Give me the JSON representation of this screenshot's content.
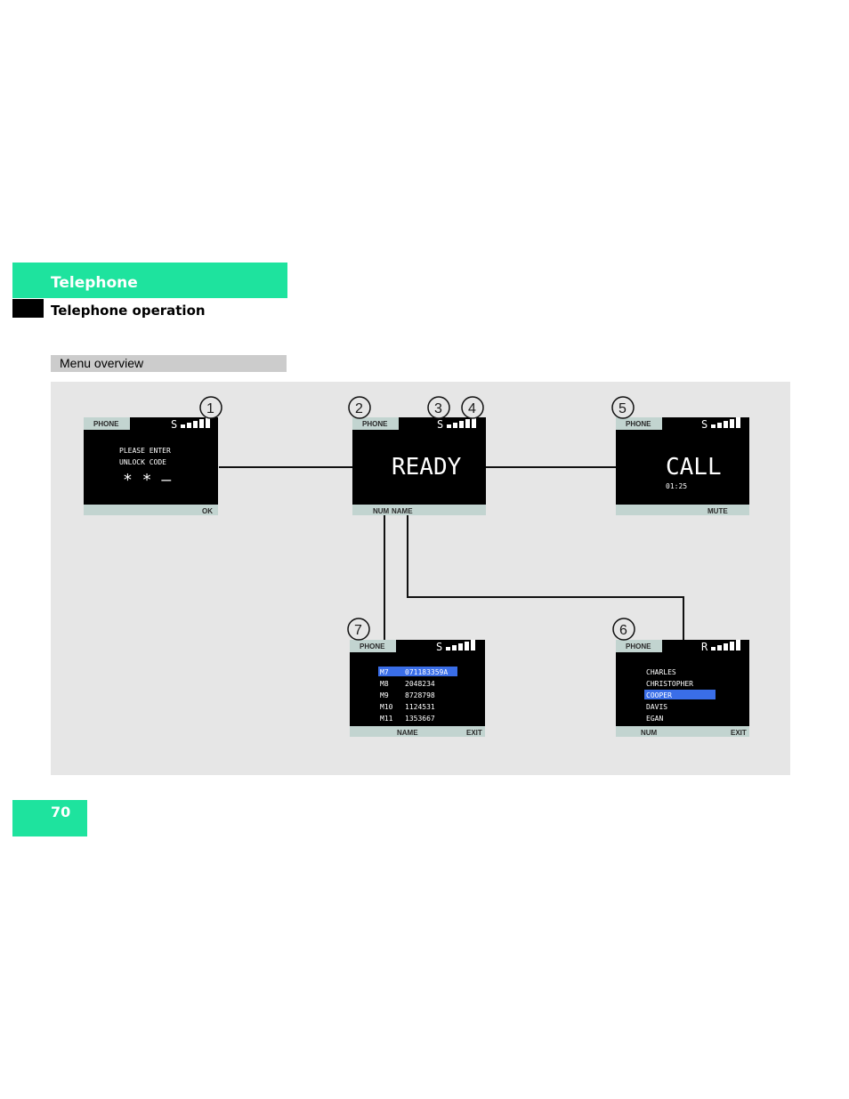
{
  "header": {
    "section": "Telephone",
    "subsection": "Telephone operation"
  },
  "caption": "Menu overview",
  "page_number": "70",
  "colors": {
    "accent": "#1ee39e",
    "caption_bg": "#cccccc",
    "diagram_bg": "#e6e6e6",
    "screen_bg": "#000000",
    "tab_bg": "#c2d4d0",
    "highlight": "#3a6ee8"
  },
  "screens": {
    "unlock": {
      "callout": "1",
      "tab": "PHONE",
      "signal": "S",
      "line1": "PLEASE ENTER",
      "line2": "UNLOCK CODE",
      "code": "* * –",
      "softkey_right": "OK"
    },
    "ready": {
      "callout": "2",
      "callout_b": "3",
      "callout_c": "4",
      "tab": "PHONE",
      "signal": "S",
      "main": "READY",
      "softkey_left": "NUM",
      "softkey_mid": "NAME"
    },
    "call": {
      "callout": "5",
      "tab": "PHONE",
      "signal": "S",
      "main": "CALL",
      "timer": "01:25",
      "softkey_right": "MUTE"
    },
    "num_list": {
      "callout": "7",
      "tab": "PHONE",
      "signal": "S",
      "rows": [
        {
          "key": "M7",
          "value": "071183359A"
        },
        {
          "key": "M8",
          "value": "2048234"
        },
        {
          "key": "M9",
          "value": "8728798"
        },
        {
          "key": "M10",
          "value": "1124531"
        },
        {
          "key": "M11",
          "value": "1353667"
        }
      ],
      "softkey_mid": "NAME",
      "softkey_right": "EXIT"
    },
    "name_list": {
      "callout": "6",
      "tab": "PHONE",
      "signal": "R",
      "rows": [
        "CHARLES",
        "CHRISTOPHER",
        "COOPER",
        "DAVIS",
        "EGAN"
      ],
      "softkey_left": "NUM",
      "softkey_right": "EXIT"
    }
  }
}
